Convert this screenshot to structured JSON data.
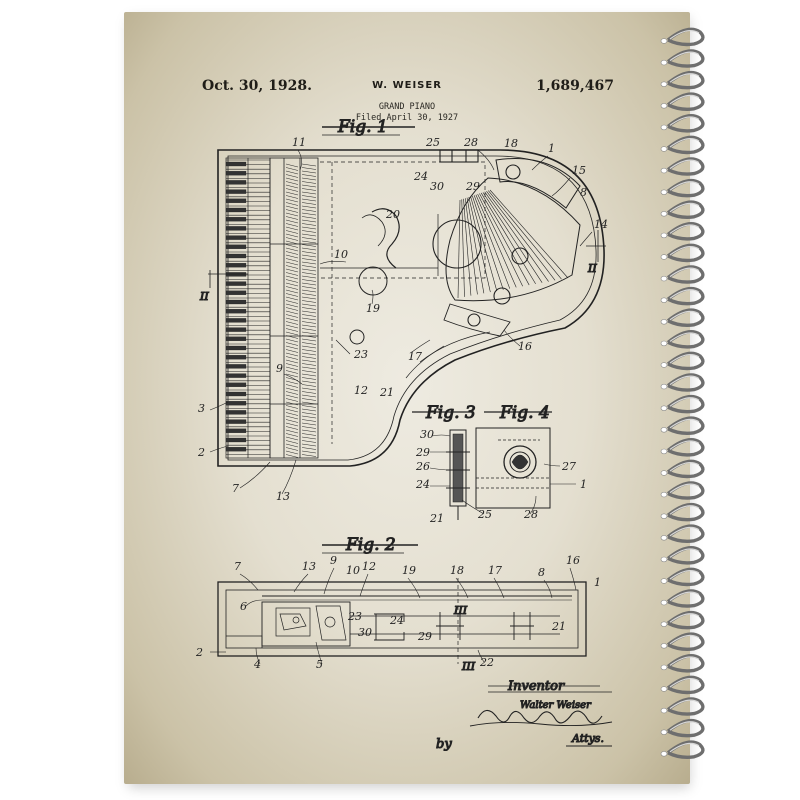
{
  "patent": {
    "date": "Oct. 30, 1928.",
    "inventor_header": "W. WEISER",
    "number": "1,689,467",
    "title": "GRAND PIANO",
    "filed": "Filed April 30, 1927"
  },
  "figures": {
    "fig1": "Fig. 1",
    "fig2": "Fig. 2",
    "fig3": "Fig. 3",
    "fig4": "Fig. 4",
    "section_mark": "II",
    "section_mark_small": "III"
  },
  "signature": {
    "heading": "Inventor",
    "name": "Walter Weiser",
    "by": "by",
    "attys": "Attys."
  },
  "labels": {
    "fig1_top": [
      "11",
      "25",
      "28",
      "18",
      "1",
      "15",
      "8",
      "14",
      "24",
      "30",
      "29",
      "20"
    ],
    "fig1_side": [
      "10",
      "19",
      "17",
      "23",
      "16",
      "12",
      "9",
      "21",
      "3",
      "2",
      "7",
      "13"
    ],
    "fig34": [
      "30",
      "29",
      "26",
      "24",
      "27",
      "25",
      "28",
      "21",
      "1"
    ],
    "fig2": [
      "7",
      "13",
      "9",
      "10",
      "12",
      "19",
      "18",
      "17",
      "8",
      "16",
      "1",
      "6",
      "23",
      "30",
      "24",
      "29",
      "21",
      "2",
      "4",
      "5",
      "22"
    ]
  },
  "colors": {
    "ink": "#222222",
    "paper": "#e4dfd0",
    "coil": "#9a9a9a"
  }
}
